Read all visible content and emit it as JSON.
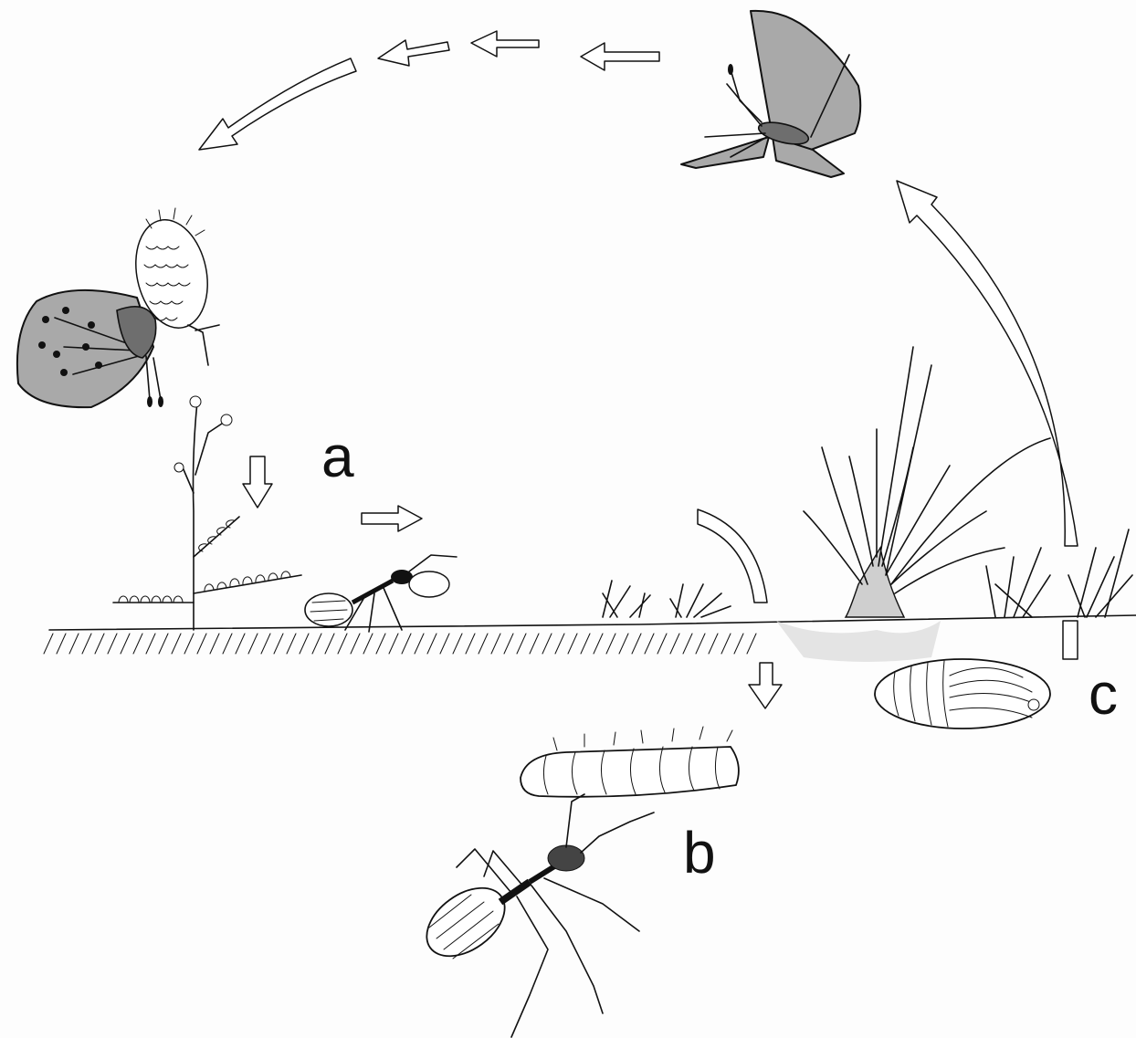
{
  "labels": {
    "a": "a",
    "b": "b",
    "c": "c"
  },
  "colors": {
    "wing_fill": "#a9a9a9",
    "ink": "#111111",
    "background": "#fdfdfd"
  }
}
